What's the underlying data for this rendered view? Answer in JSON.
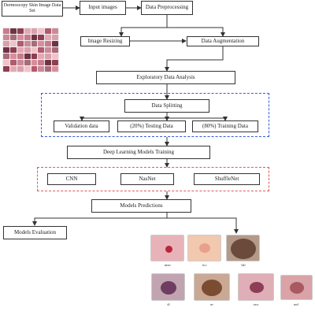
{
  "diagram": {
    "nodes": {
      "dataset": "Dermoscopy Skin Image Data Set",
      "input_images": "Input images",
      "preprocessing": "Data Preprocessing",
      "image_resizing": "Image Resizing",
      "data_augmentation": "Data Augmentation",
      "eda": "Exploratory Data Analysis",
      "data_splitting": "Data Splitting",
      "validation": "Validation data",
      "testing": "(20%) Testing Data",
      "training": "(80%) Training Data",
      "dl_training": "Deep Learning Models Training",
      "cnn": "CNN",
      "nasnet": "NasNet",
      "shufflenet": "ShuffleNet",
      "predictions": "Models Predictions",
      "evaluation": "Models Evaluation"
    },
    "group_colors": {
      "splitting_border": "#3a5ad8",
      "models_border": "#e05a5a"
    },
    "lesion_classes": [
      "akiec",
      "bcc",
      "bkl",
      "df",
      "nv",
      "vasc",
      "mel"
    ]
  }
}
